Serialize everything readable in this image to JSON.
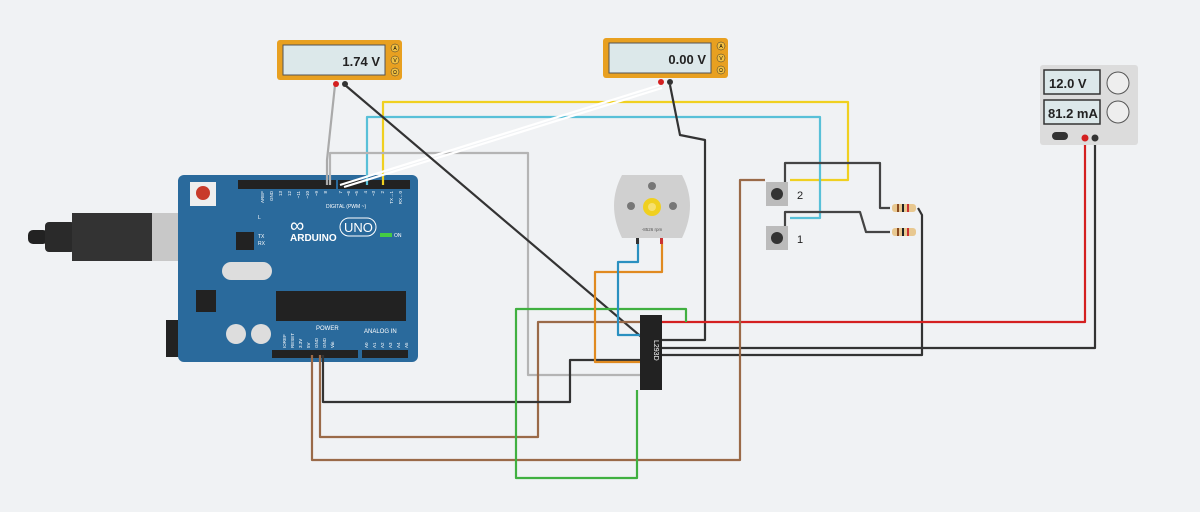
{
  "multimeter_1": {
    "reading": "1.74 V",
    "modes": [
      "A",
      "V",
      "Ω"
    ]
  },
  "multimeter_2": {
    "reading": "0.00 V",
    "modes": [
      "A",
      "V",
      "Ω"
    ]
  },
  "power_supply": {
    "voltage": "12.0 V",
    "current": "81.2 mA"
  },
  "arduino": {
    "brand": "ARDUINO",
    "model": "UNO",
    "digital_label": "DIGITAL (PWM ~)",
    "power_label": "POWER",
    "analog_label": "ANALOG IN",
    "on_label": "ON",
    "led_labels": [
      "L",
      "TX",
      "RX"
    ],
    "digital_pins": [
      "AREF",
      "GND",
      "13",
      "12",
      "~11",
      "~10",
      "~9",
      "8",
      "7",
      "~6",
      "~5",
      "4",
      "~3",
      "2",
      "TX→1",
      "RX←0"
    ],
    "power_pins": [
      "IOREF",
      "RESET",
      "3.3V",
      "5V",
      "GND",
      "GND",
      "Vin"
    ],
    "analog_pins": [
      "A0",
      "A1",
      "A2",
      "A3",
      "A4",
      "A5"
    ]
  },
  "motor": {
    "rpm": "-8526 rpm"
  },
  "driver_chip": {
    "label": "L293D"
  },
  "buttons": [
    {
      "label": "2"
    },
    {
      "label": "1"
    }
  ],
  "colors": {
    "board": "#2a6a9c",
    "meter": "#e8a020",
    "red_wire": "#d42020",
    "yellow_wire": "#f0d020",
    "blue_wire": "#58c0d8",
    "green_wire": "#40b040",
    "brown_wire": "#9a6a48",
    "orange_wire": "#e08a20"
  }
}
